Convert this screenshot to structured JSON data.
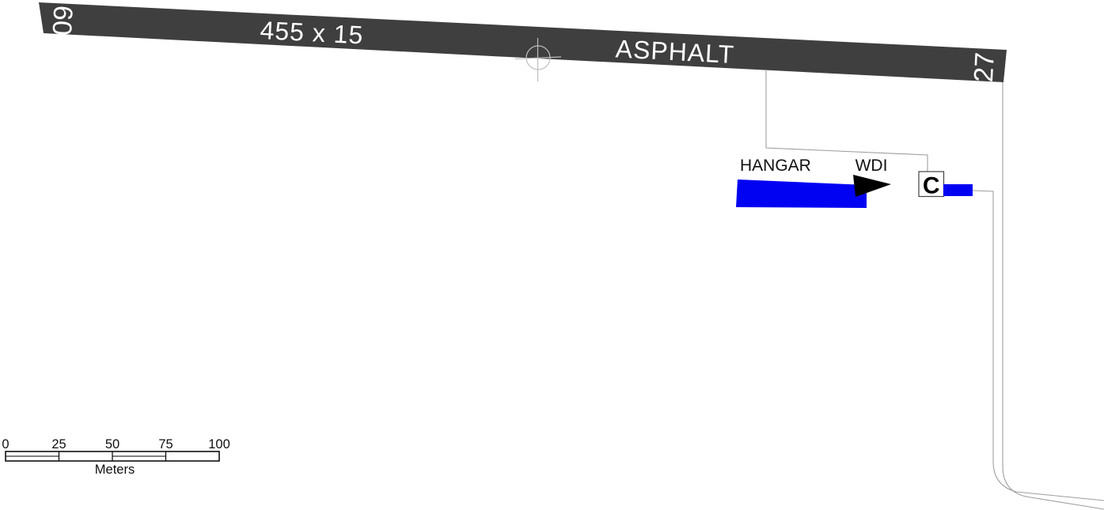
{
  "runway": {
    "left_end": "09",
    "right_end": "27",
    "size": "455 x 15",
    "surface": "ASPHALT"
  },
  "features": {
    "hangar_label": "HANGAR",
    "wdi_label": "WDI",
    "compass_label": "C"
  },
  "scale_bar": {
    "ticks": [
      "0",
      "25",
      "50",
      "75",
      "100"
    ],
    "unit": "Meters"
  },
  "colors": {
    "runway": "#3f3f3f",
    "building": "#0202f2",
    "outline": "#9e9e9e",
    "arp": "#bdbdbd",
    "ink": "#000000"
  }
}
